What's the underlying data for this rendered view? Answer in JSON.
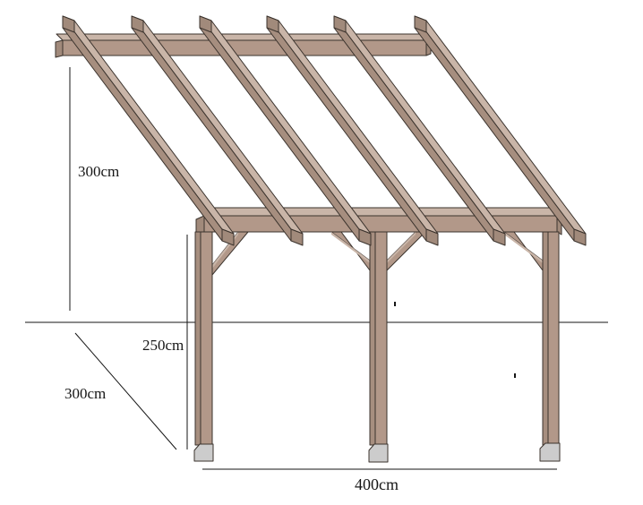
{
  "page": {
    "background": "#ffffff"
  },
  "drawing": {
    "type": "construction-drawing",
    "subject": "wooden lean-to pergola frame, perspective view",
    "dimensions": {
      "wall_height_label": "300cm",
      "post_height_label": "250cm",
      "depth_label": "300cm",
      "width_label": "400cm"
    },
    "structure": {
      "rafter_count": 6,
      "post_count": 3,
      "brace_count": 4,
      "beam_count": 2,
      "footing_count": 3
    },
    "colors": {
      "background": "#ffffff",
      "outline": "#3b332d",
      "wood_top": "#c9b5a8",
      "wood_front": "#b29889",
      "wood_side": "#a68e7f",
      "wood_end": "#a18a7b",
      "footing": "#cccccc",
      "dimension": "#161616"
    }
  }
}
